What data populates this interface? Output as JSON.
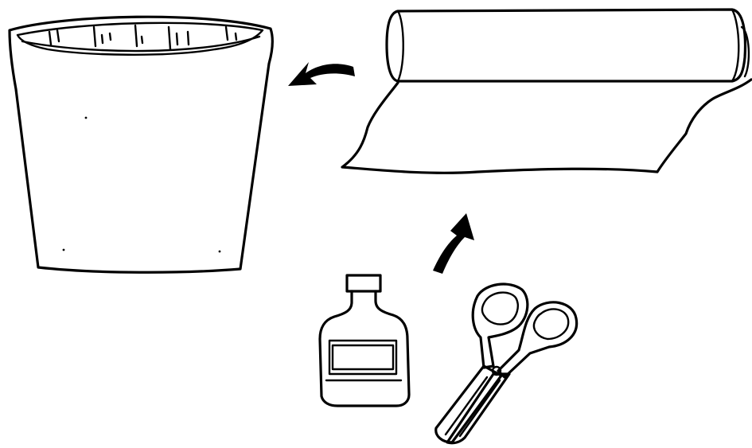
{
  "illustration": {
    "objects": [
      {
        "name": "bucket",
        "icon": "bucket-icon"
      },
      {
        "name": "plastic-wrap-roll",
        "icon": "plastic-wrap-icon"
      },
      {
        "name": "glue-bottle",
        "icon": "bottle-icon"
      },
      {
        "name": "scissors",
        "icon": "scissors-icon"
      },
      {
        "name": "arrow-wrap-to-bucket",
        "icon": "arrow-left-icon"
      },
      {
        "name": "arrow-tools-to-wrap",
        "icon": "arrow-up-icon"
      }
    ],
    "colors": {
      "ink": "#000000",
      "background": "#ffffff"
    }
  }
}
